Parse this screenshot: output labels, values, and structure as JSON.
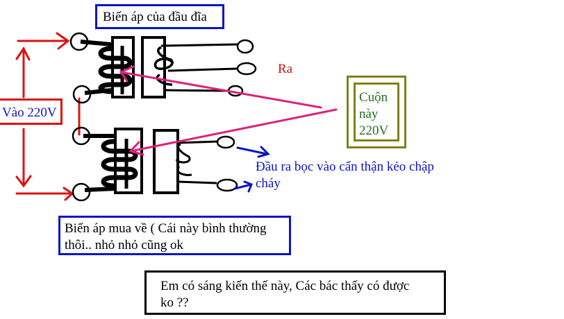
{
  "diagram": {
    "title": "Biến áp của đầu đĩa",
    "input_label": "Vào 220V",
    "output_label": "Ra",
    "coil_note": [
      "Cuộn",
      "này",
      "220V"
    ],
    "output_wrap_note_line1": "Đầu ra bọc vào cẩn thận kẻo chập",
    "output_wrap_note_line2": "cháy",
    "bought_transformer_line1": "Biến áp mua về ( Cái này bình thường",
    "bought_transformer_line2": "thôi.. nhỏ nhỏ cũng ok",
    "question_line1": "Em có sáng kiến thế này, Các bác thấy có được",
    "question_line2": "ko ??",
    "colors": {
      "wire": "#000000",
      "supply_arrow": "#e01010",
      "pointer_arrow": "#e0207a",
      "output_arrow": "#0a14c8",
      "coil_box": "#808018",
      "coil_text": "#207020",
      "label_blue": "#0a14c8",
      "label_red": "#cc1010"
    }
  }
}
